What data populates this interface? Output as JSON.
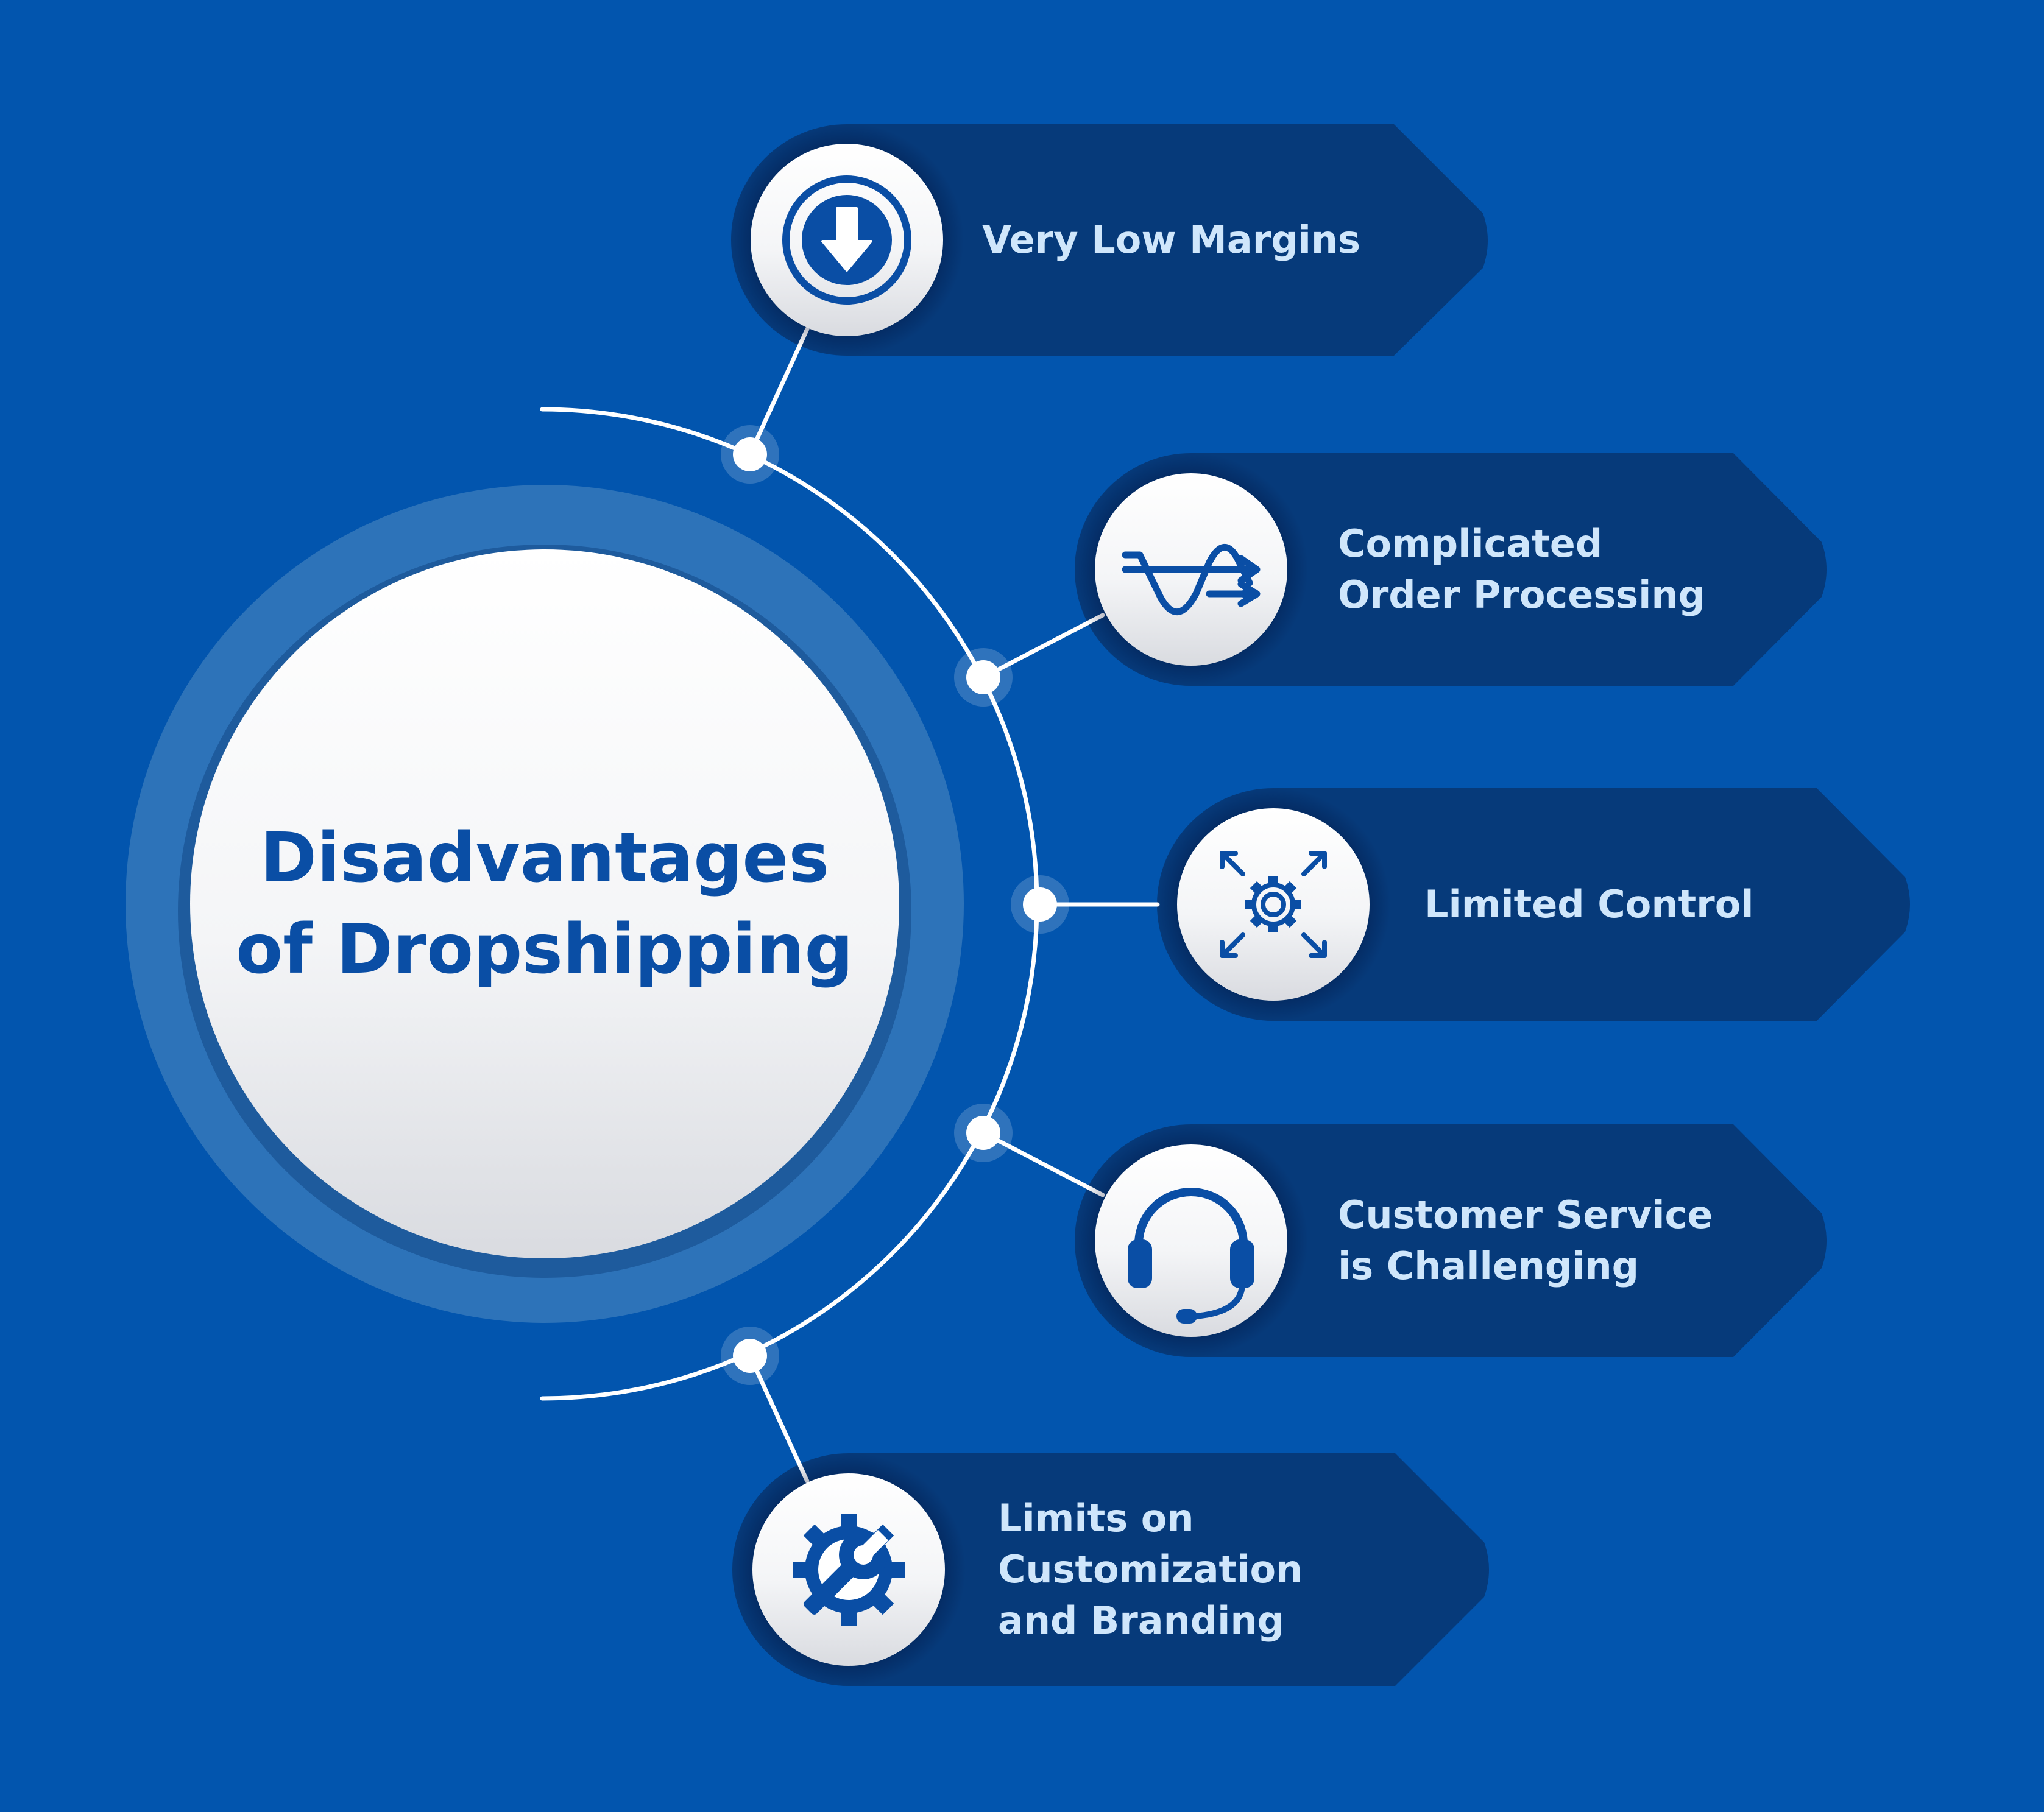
{
  "hub": {
    "title_lines": [
      "Disadvantages",
      "of Dropshipping"
    ]
  },
  "items": [
    {
      "label_lines": [
        "Very Low Margins"
      ],
      "icon": "down-arrow-circle-icon"
    },
    {
      "label_lines": [
        "Complicated",
        "Order Processing"
      ],
      "icon": "wave-arrows-icon"
    },
    {
      "label_lines": [
        "Limited Control"
      ],
      "icon": "gear-expand-arrows-icon"
    },
    {
      "label_lines": [
        "Customer Service",
        "is Challenging"
      ],
      "icon": "headset-icon"
    },
    {
      "label_lines": [
        "Limits on",
        "Customization",
        "and Branding"
      ],
      "icon": "gear-wrench-icon"
    }
  ],
  "colors": {
    "background": "#0255ae",
    "banner": "#063a7a",
    "ring": "#2d73b9",
    "icon": "#0a4ea5",
    "label": "#cfe6fb",
    "connector": "#ffffff"
  }
}
